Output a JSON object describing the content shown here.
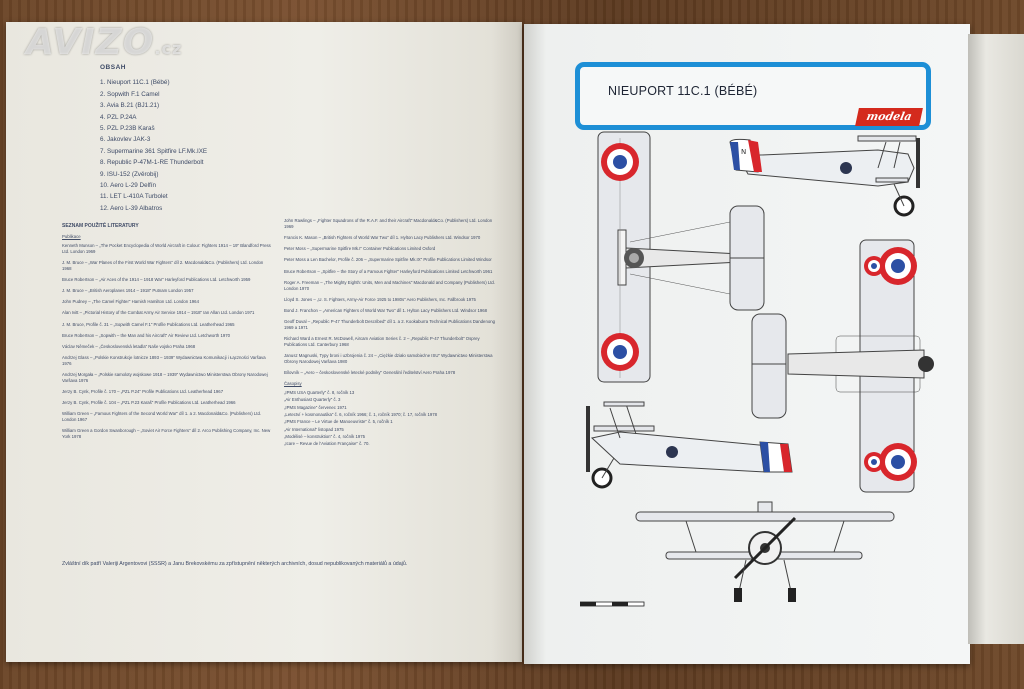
{
  "watermark": {
    "brand": "AVIZO",
    "tld": ".cz"
  },
  "left_page": {
    "contents_title": "OBSAH",
    "contents": [
      "1. Nieuport 11C.1 (Bébé)",
      "2. Sopwith F.1 Camel",
      "3. Avia B.21 (BJ1.21)",
      "4. PZL P.24A",
      "5. PZL P.23B Karaš",
      "6. Jakovlev JAK-3",
      "7. Supermarine 361 Spitfire LF.Mk.IXE",
      "8. Republic P-47M-1-RE Thunderbolt",
      "9. ISU-152 (Zvěrobij)",
      "10. Aero L-29 Delfín",
      "11. LET L-410A Turbolet",
      "12. Aero L-39 Albatros"
    ],
    "literature_title": "SEZNAM POUŽITÉ LITERATURY",
    "books_label": "Publikace",
    "col1": [
      "Kenneth Munson – „The Pocket Encyclopedia of World Aircraft in Colour: Fighters 1914 – 19\" Blandford Press Ltd. London 1969",
      "J. M. Bruce – „War Planes of the First World War Fighters\" díl 2. Macdonald&Co. (Publishers) Ltd. London 1968",
      "Bruce Robertson – „Air Aces of the 1914 – 1918 War\" Harleyford Publications Ltd. Letchworth 1959",
      "J. M. Bruce – „British Aeroplanes 1914 – 1918\" Putnam London 1957",
      "John Pudney – „The Camel Fighter\" Hamish Hamilton Ltd. London 1964",
      "Alan Ivitt – „Pictorial History of the Combat Army Air Service 1914 – 1918\" Ian Allan Ltd. London 1971",
      "J. M. Bruce, Profile č. 31 – „Sopwith Camel F.1\" Profile Publications Ltd. Leatherhead 1965",
      "Bruce Robertson – „Sopwith – the Man and his Aircraft\" Air Review Ltd. Letchworth 1970",
      "Václav Němeček – „Československá letadla\" Naše vojsko Praha 1968",
      "Andrzej Glass – „Polskie Konstrukcje lotnicze 1893 – 1939\" Wydawnictwa Komunikacji i Łączności Varšava 1976",
      "Andrzej Morgała – „Polskie samoloty wojskowe 1918 – 1939\" Wydawnictwo Ministerstwa Obrony Narodowej Varšava 1976",
      "Jerzy B. Cynk, Profile č. 170 – „PZL P.24\" Profile Publications Ltd. Leatherhead 1967",
      "Jerzy B. Cynk, Profile č. 104 – „PZL P.23 Karaš\" Profile Publications Ltd. Leatherhead 1966",
      "William Green – „Famous Fighters of the Second World War\" díl 1. a 2. Macdonald&Co. (Publishers) Ltd. London 1967",
      "William Green a Gordon Swanborough – „Soviet Air Force Fighters\" díl 2. Arco Publishing Company, Inc. New York 1978"
    ],
    "col2": [
      "John Rawlings – „Fighter Squadrons of the R.A.F. and their Aircraft\" Macdonald&Co. (Publishers) Ltd. London 1969",
      "Francis K. Mason – „British Fighters of World War Two\" díl 1. Hylton Lacy Publishers Ltd. Windsor 1970",
      "Peter Moss – „Supermarine Spitfire Mk.I\" Container Publications Limited Oxford",
      "Peter Moss a Len Bachelor, Profile č. 206 – „Supermarine Spitfire Mk.IX\" Profile Publications Limited Windsor",
      "Bruce Robertson – „Spitfire – the Story of a Famous Fighter\" Harleyford Publications Limited Letchworth 1961",
      "Roger A. Freeman – „The Mighty Eighth: Units, Men and Machines\" Macdonald and Company (Publishers) Ltd. London 1970",
      "Lloyd S. Jones – „U. S. Fighters, Army-Air Force 1925 to 1980s\" Aero Publishers, Inc. Fallbrook 1975",
      "Bond J. Franchon – „American Fighters of World War Two\" díl 1. Hylton Lacy Publishers Ltd. Windsor 1968",
      "Geoff Duval – „Republic P-47 Thunderbolt Described\" díl 1. a 2. Kookaburra Technical Publications Dandenong 1969 a 1971",
      "Richard Ward a Ernest R. McDowell, Aircam Aviation Series č. 2 – „Republic P-47 Thunderbolt\" Osprey Publications Ltd. Canterbury 1968",
      "Janusz Magnuski, Typy broni i uzbrojenia č. 24 – „Ciężkie działo samobieżne ISU\" Wydawnictwo Ministerstwa Obrony Narodowej Varšava 1980",
      "Bílovník – „Aero – československé letecké podniky\" Generální ředitelství Aero Praha 1978"
    ],
    "periodicals_label": "Časopisy",
    "periodicals": [
      "„IPMS USA Quarterly\" č. 8, ročník 13",
      "„Air Enthusiast Quarterly\" č. 3",
      "„IPMS Magazine\" červenec 1971",
      "„Letectví + kosmonautika\" č. 6, ročník 1966; č. 1, ročník 1970; č. 17, ročník 1978",
      "„IPMS France – Le Virtue de Manoeuvriste\" č. 5, ročník 1",
      "„Air International\" listopad 1975",
      "„Modélisé – konstruktion\" č. 4, ročník 1975",
      "„Icare – Revue de l'Aviation Française\" č. 70."
    ],
    "thanks": "Zvláštní dík patří Valeriji Argentovovi (SSSR) a Janu Brekovskému za zpřístupnění některých archivních, dosud nepublikovaných materiálů a údajů."
  },
  "right_page": {
    "title": "NIEUPORT 11C.1 (BÉBÉ)",
    "logo": "modela",
    "accent": "#1d8fd6",
    "roundel_colors": [
      "#2c4fa4",
      "#ffffff",
      "#d8262c"
    ]
  }
}
